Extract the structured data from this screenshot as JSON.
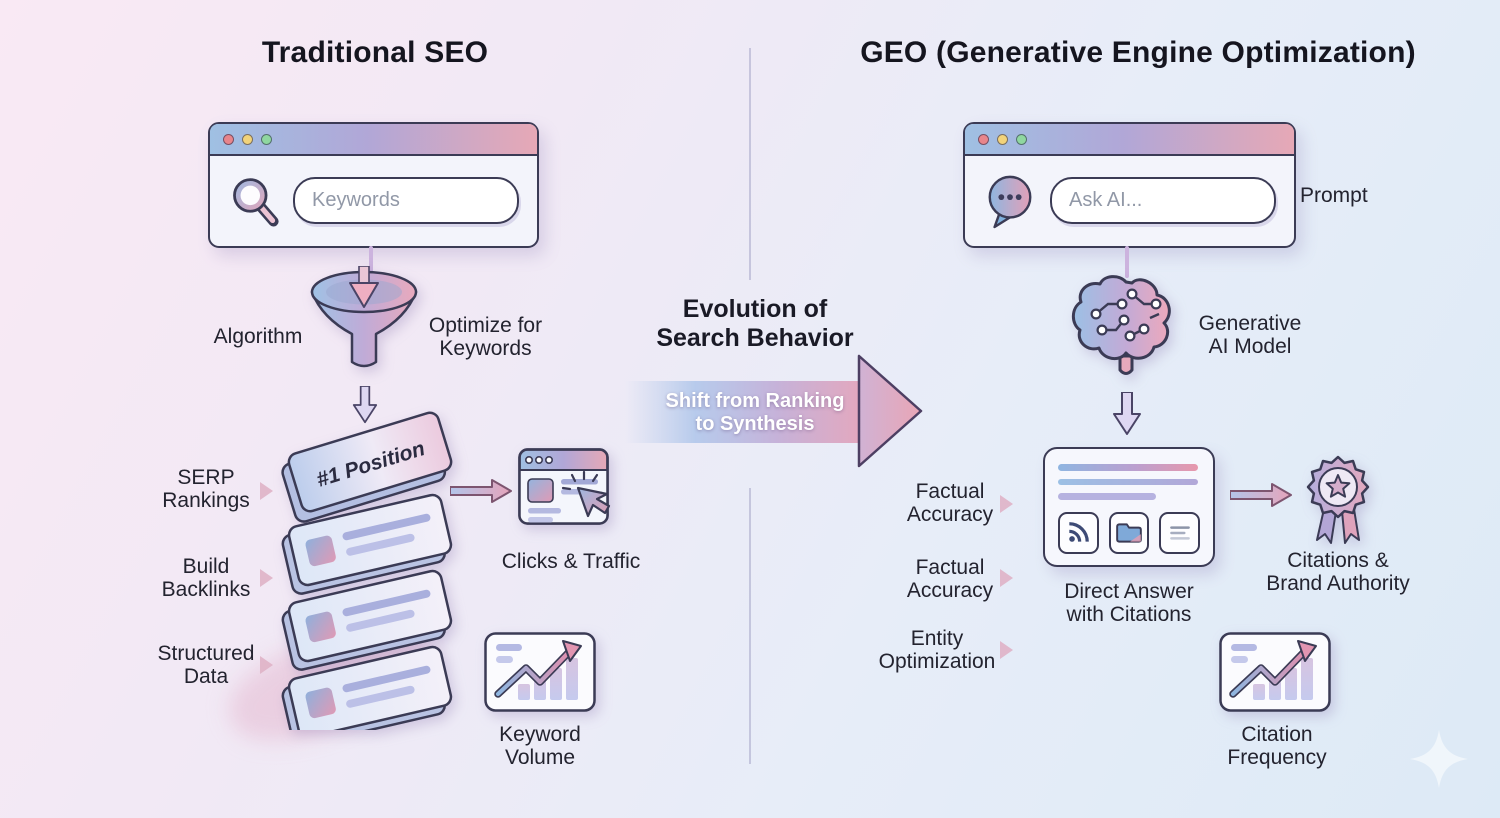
{
  "left_panel": {
    "title": "Traditional SEO",
    "search_window": {
      "placeholder": "Keywords"
    },
    "funnel_label": "Algorithm",
    "funnel_note": "Optimize for\nKeywords",
    "top_result_card": "#1 Position",
    "tactic_labels": [
      {
        "label": "SERP\nRankings"
      },
      {
        "label": "Build\nBacklinks"
      },
      {
        "label": "Structured\nData"
      }
    ],
    "clicks_label": "Clicks & Traffic",
    "chart_label": "Keyword Volume"
  },
  "center": {
    "heading": "Evolution of\nSearch Behavior",
    "arrow_text": "Shift from Ranking\nto Synthesis"
  },
  "right_panel": {
    "title": "GEO (Generative Engine Optimization)",
    "prompt_window": {
      "placeholder": "Ask AI...",
      "side_label": "Prompt"
    },
    "model_label": "Generative\nAI Model",
    "answer_label": "Direct Answer\nwith Citations",
    "tactic_labels": [
      {
        "label": "Factual\nAccuracy"
      },
      {
        "label": "Factual\nAccuracy"
      },
      {
        "label": "Entity\nOptimization"
      }
    ],
    "badge_label": "Citations &\nBrand Authority",
    "chart_label": "Citation Frequency"
  },
  "colors": {
    "outline": "#3b3b55",
    "accent_blue": "#9fc0e3",
    "accent_purple": "#b1a7d7",
    "accent_pink": "#e6a8b6",
    "arrow_lavender": "#ded7f2"
  }
}
